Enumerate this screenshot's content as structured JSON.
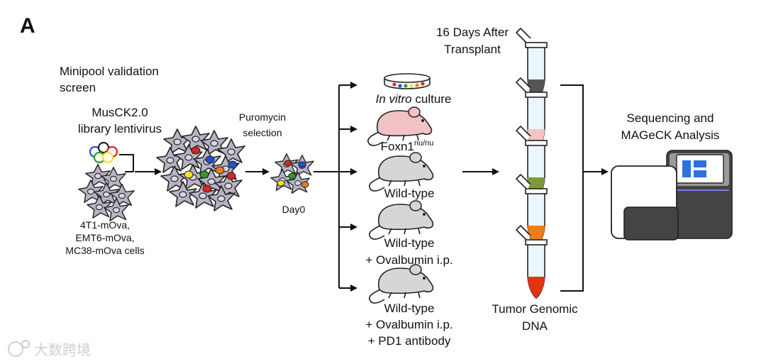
{
  "panel_label": "A",
  "texts": {
    "screen_line1": "Minipool validation",
    "screen_line2": "screen",
    "library_line1": "MusCK2.0",
    "library_line2": "library lentivirus",
    "cells_line1": "4T1-mOva,",
    "cells_line2": "EMT6-mOva,",
    "cells_line3": "MC38-mOva cells",
    "puro_line1": "Puromycin",
    "puro_line2": "selection",
    "day0": "Day0",
    "transplant_line1": "16 Days After",
    "transplant_line2": "Transplant",
    "tumor_line1": "Tumor Genomic",
    "tumor_line2": "DNA",
    "seq_line1": "Sequencing and",
    "seq_line2": "MAGeCK Analysis"
  },
  "conditions": [
    {
      "text_italic": "In vitro",
      "text": " culture"
    },
    {
      "text": "Foxn1",
      "sup": "nu/nu"
    },
    {
      "text": "Wild-type"
    },
    {
      "lines": [
        "Wild-type",
        "+ Ovalbumin i.p."
      ]
    },
    {
      "lines": [
        "Wild-type",
        "+ Ovalbumin i.p.",
        "+ PD1 antibody"
      ]
    }
  ],
  "colors": {
    "cell_fill": "#b7b3c4",
    "cell_stroke": "#222222",
    "nude_mouse": "#f2c2c4",
    "wt_mouse": "#d6d6d6",
    "tube_liquids": [
      "#555555",
      "#f3c4c4",
      "#7d9a3b",
      "#ef7d1a",
      "#e53212"
    ],
    "marker_red": "#d7261f",
    "marker_blue": "#1f4fd7",
    "marker_green": "#2e9a2e",
    "marker_yellow": "#f1e22a",
    "marker_orange": "#e87d1e",
    "screen_blue": "#2f6fe0",
    "sequencer_dark": "#444444"
  },
  "watermark": "大数跨境"
}
